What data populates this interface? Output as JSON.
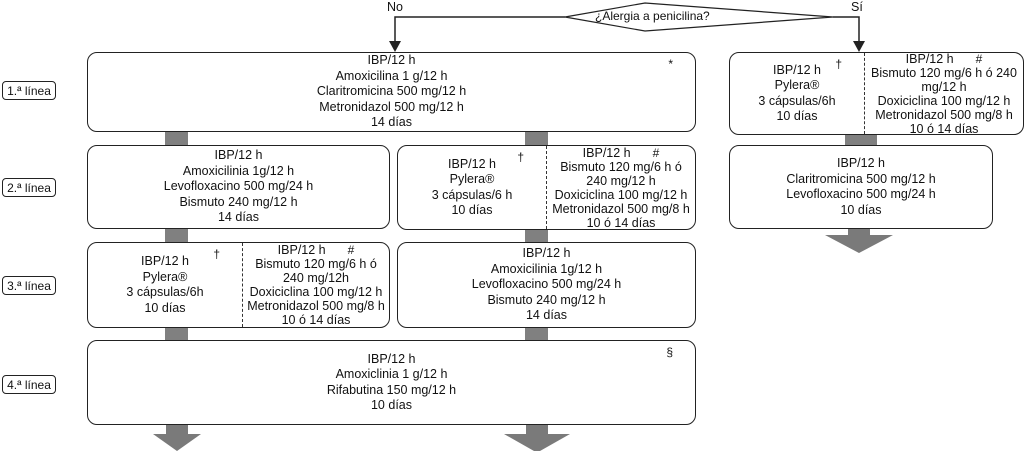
{
  "decision": {
    "question": "¿Alergia a penicilina?",
    "no": "No",
    "yes": "Sí"
  },
  "line_labels": [
    "1.ª línea",
    "2.ª línea",
    "3.ª línea",
    "4.ª línea"
  ],
  "no_branch": {
    "line1": {
      "mark": "*",
      "lines": [
        "IBP/12 h",
        "Amoxicilina 1 g/12 h",
        "Claritromicina 500 mg/12 h",
        "Metronidazol 500 mg/12 h",
        "14 días"
      ]
    },
    "line2_left": {
      "lines": [
        "IBP/12 h",
        "Amoxicilinia 1g/12 h",
        "Levofloxacino 500 mg/24 h",
        "Bismuto 240 mg/12 h",
        "14 días"
      ]
    },
    "line2_right_a": {
      "mark": "†",
      "lines": [
        "IBP/12 h",
        "Pylera®",
        "3 cápsulas/6 h",
        "10 días"
      ]
    },
    "line2_right_b": {
      "mark": "#",
      "lines": [
        "IBP/12 h",
        "Bismuto 120 mg/6 h ó 240 mg/12 h",
        "Doxiciclina 100 mg/12 h",
        "Metronidazol 500 mg/8 h",
        "10 ó 14 días"
      ]
    },
    "line3_left_a": {
      "mark": "†",
      "lines": [
        "IBP/12 h",
        "Pylera®",
        "3 cápsulas/6h",
        "10 días"
      ]
    },
    "line3_left_b": {
      "mark": "#",
      "lines": [
        "IBP/12 h",
        "Bismuto 120 mg/6 h ó 240 mg/12h",
        "Doxiciclina 100 mg/12 h",
        "Metronidazol 500 mg/8 h",
        "10 ó 14 días"
      ]
    },
    "line3_right": {
      "lines": [
        "IBP/12 h",
        "Amoxicilinia 1g/12 h",
        "Levofloxacino 500 mg/24 h",
        "Bismuto 240 mg/12 h",
        "14 días"
      ]
    },
    "line4": {
      "mark": "§",
      "lines": [
        "IBP/12 h",
        "Amoxiclinia 1 g/12 h",
        "Rifabutina 150 mg/12 h",
        "10 días"
      ]
    }
  },
  "yes_branch": {
    "line1_a": {
      "mark": "†",
      "lines": [
        "IBP/12 h",
        "Pylera®",
        "3 cápsulas/6h",
        "10 días"
      ]
    },
    "line1_b": {
      "mark": "#",
      "lines": [
        "IBP/12 h",
        "Bismuto 120 mg/6 h ó 240 mg/12 h",
        "Doxiciclina 100 mg/12 h",
        "Metronidazol 500 mg/8 h",
        "10 ó 14 días"
      ]
    },
    "line2": {
      "lines": [
        "IBP/12 h",
        "Claritromicina 500 mg/12 h",
        "Levofloxacino 500 mg/24 h",
        "10 días"
      ]
    }
  }
}
